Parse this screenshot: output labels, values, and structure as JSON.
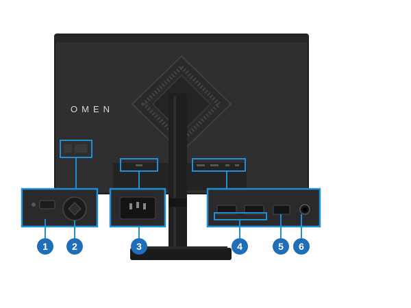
{
  "brand": "OMEN",
  "colors": {
    "callout": "#1f8fd6",
    "badge": "#1f6fb8",
    "monitor_back": "#2f2f31",
    "monitor_edge": "#1c1c1e",
    "port_panel": "#232325",
    "stand": "#1b1b1c",
    "background": "#ffffff"
  },
  "callouts": [
    {
      "number": "1",
      "part": "power-button"
    },
    {
      "number": "2",
      "part": "joystick-control"
    },
    {
      "number": "3",
      "part": "power-connector"
    },
    {
      "number": "4",
      "part": "hdmi-ports"
    },
    {
      "number": "5",
      "part": "displayport"
    },
    {
      "number": "6",
      "part": "audio-out-jack"
    }
  ]
}
